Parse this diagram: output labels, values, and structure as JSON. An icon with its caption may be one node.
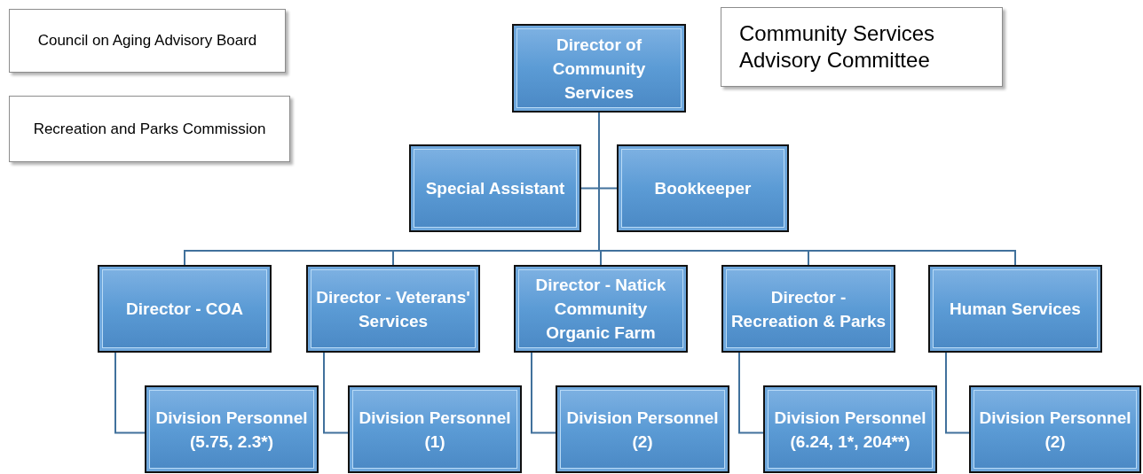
{
  "diagram": {
    "nodes": [
      {
        "text": [
          "Council on Aging Advisory Board"
        ]
      },
      {
        "text": [
          "Recreation and Parks Commission"
        ]
      },
      {
        "text": [
          "Director of Community Services"
        ]
      },
      {
        "text": [
          "Community Services Advisory Committee"
        ]
      },
      {
        "text": [
          "Special Assistant"
        ]
      },
      {
        "text": [
          "Bookkeeper"
        ]
      },
      {
        "text": [
          "Director - COA"
        ]
      },
      {
        "text": [
          "Director - Veterans' Services"
        ]
      },
      {
        "text": [
          "Director - Natick Community Organic Farm"
        ]
      },
      {
        "text": [
          "Director - Recreation & Parks"
        ]
      },
      {
        "text": [
          "Human Services"
        ]
      },
      {
        "text": [
          "Division Personnel (5.75, 2.3*)"
        ]
      },
      {
        "text": [
          "Division Personnel (1)"
        ]
      },
      {
        "text": [
          "Division Personnel (2)"
        ]
      },
      {
        "text": [
          "Division Personnel (6.24, 1*, 204**)"
        ]
      },
      {
        "text": [
          "Division Personnel (2)"
        ]
      }
    ],
    "edges": [
      {
        "from": 2,
        "to": 4,
        "arrow": "none"
      },
      {
        "from": 2,
        "to": 5,
        "arrow": "none"
      },
      {
        "from": 2,
        "to": 6,
        "arrow": "none"
      },
      {
        "from": 2,
        "to": 7,
        "arrow": "none"
      },
      {
        "from": 2,
        "to": 8,
        "arrow": "none"
      },
      {
        "from": 2,
        "to": 9,
        "arrow": "none"
      },
      {
        "from": 2,
        "to": 10,
        "arrow": "none"
      },
      {
        "from": 6,
        "to": 11,
        "arrow": "none"
      },
      {
        "from": 7,
        "to": 12,
        "arrow": "none"
      },
      {
        "from": 8,
        "to": 13,
        "arrow": "none"
      },
      {
        "from": 9,
        "to": 14,
        "arrow": "none"
      },
      {
        "from": 10,
        "to": 15,
        "arrow": "none"
      }
    ]
  }
}
